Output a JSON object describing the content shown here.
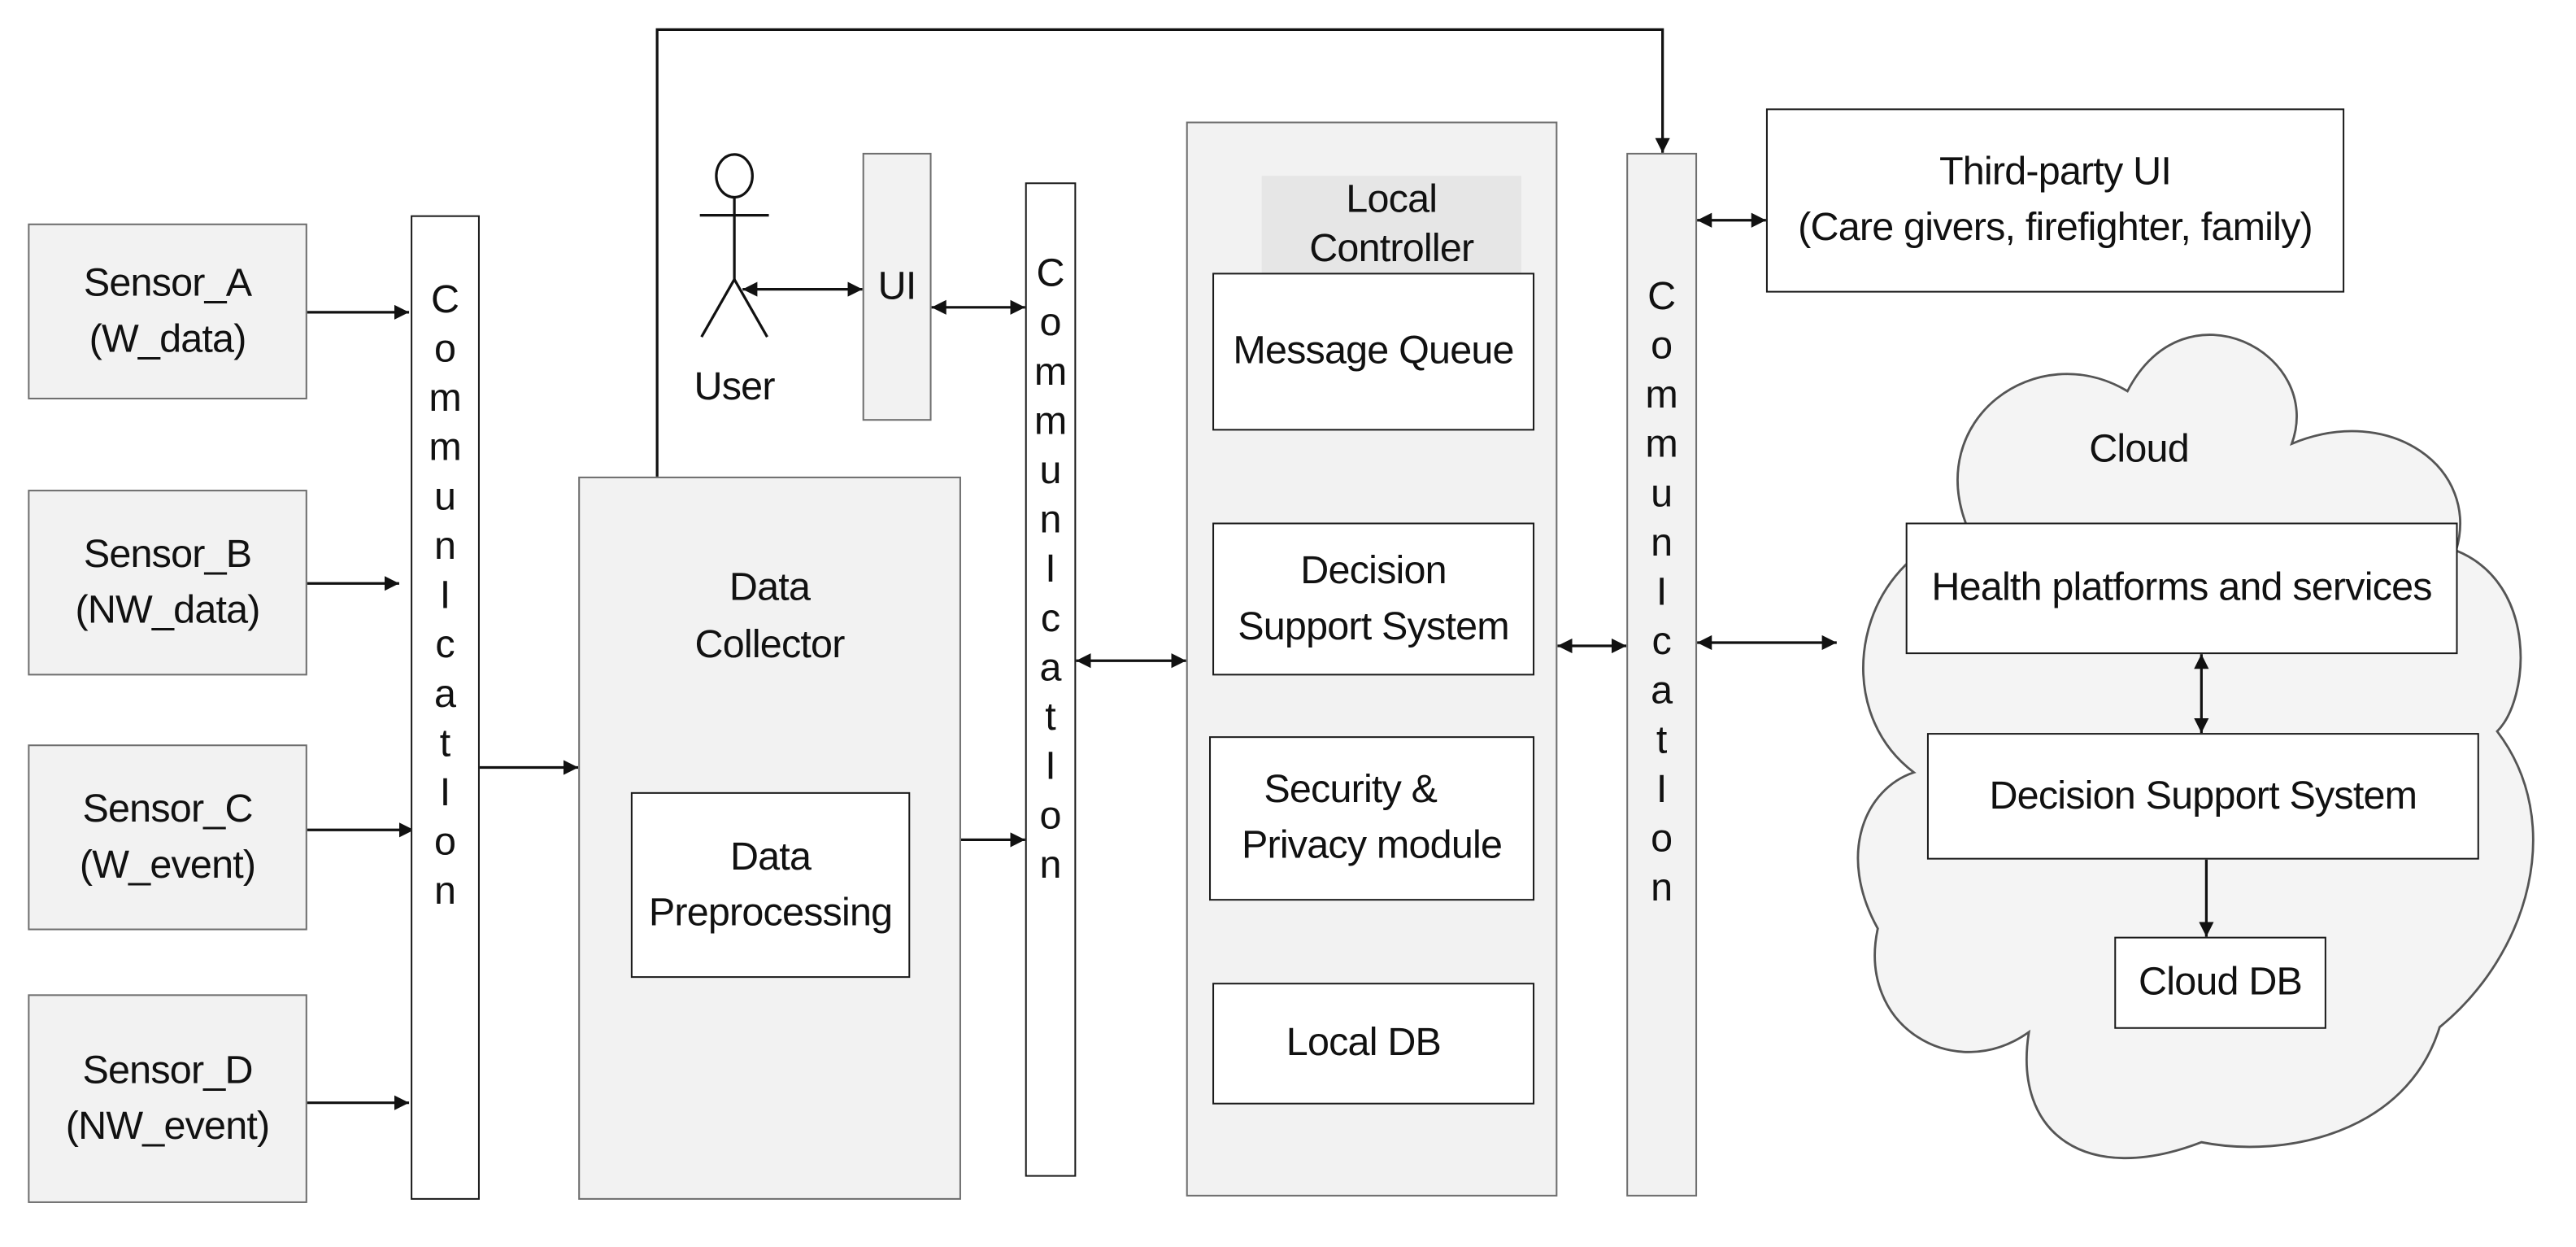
{
  "sensors": [
    {
      "name": "Sensor_A",
      "type": "(W_data)"
    },
    {
      "name": "Sensor_B",
      "type": "(NW_data)"
    },
    {
      "name": "Sensor_C",
      "type": "(W_event)"
    },
    {
      "name": "Sensor_D",
      "type": "(NW_event)"
    }
  ],
  "communication_letters": [
    "C",
    "o",
    "m",
    "m",
    "u",
    "n",
    "I",
    "c",
    "a",
    "t",
    "I",
    "o",
    "n"
  ],
  "user": {
    "label": "User"
  },
  "ui": {
    "label": "UI"
  },
  "data_collector": {
    "title_line1": "Data",
    "title_line2": "Collector",
    "preprocessing_line1": "Data",
    "preprocessing_line2": "Preprocessing"
  },
  "local_controller": {
    "title": "Local Controller",
    "message_queue": "Message Queue",
    "dss_line1": "Decision",
    "dss_line2": "Support System",
    "security_line1": "Security &",
    "security_line2": "Privacy module",
    "local_db": "Local DB"
  },
  "third_party": {
    "line1": "Third-party UI",
    "line2": "(Care givers, firefighter, family)"
  },
  "cloud": {
    "title": "Cloud",
    "health": "Health platforms and services",
    "dss": "Decision Support System",
    "db": "Cloud DB"
  },
  "colors": {
    "stroke": "#1a1a1a",
    "grey_fill": "#f2f2f2",
    "grey_border": "#6e6e6e",
    "cloud_fill": "#f4f4f4"
  }
}
